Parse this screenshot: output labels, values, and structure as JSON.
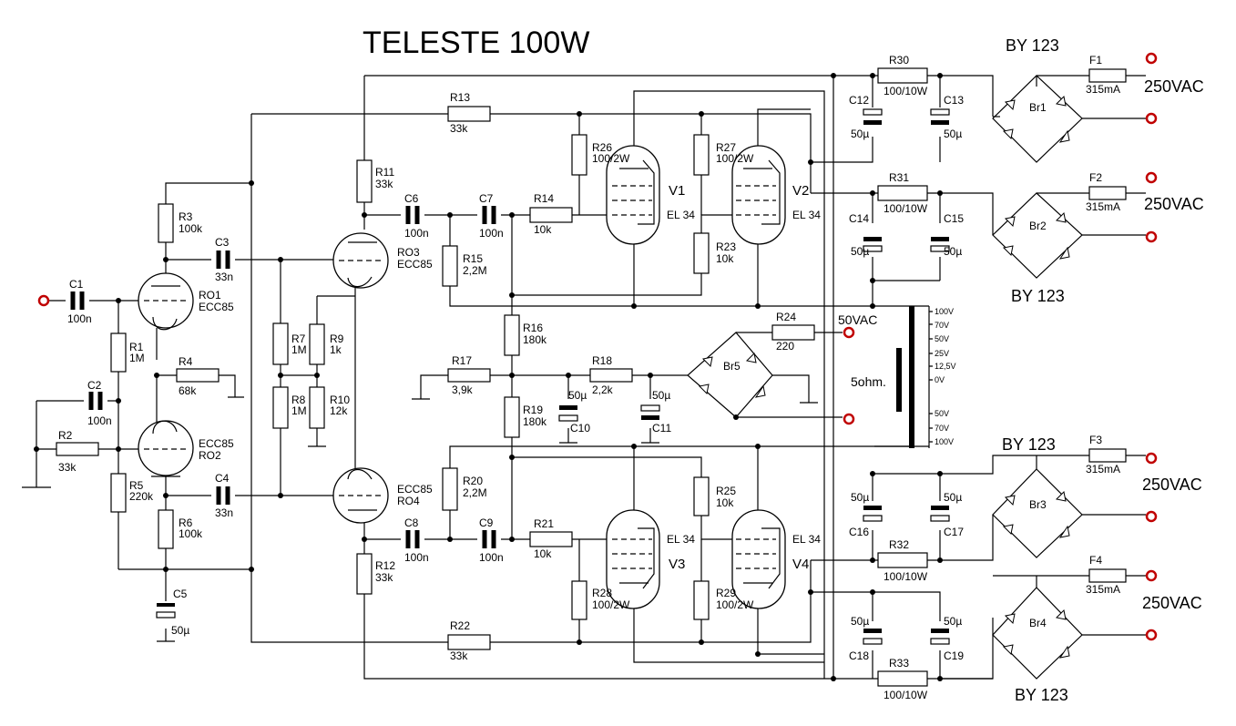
{
  "title": "TELESTE 100W",
  "components": {
    "R1": {
      "name": "R1",
      "value": "1M"
    },
    "R2": {
      "name": "R2",
      "value": "33k"
    },
    "R3": {
      "name": "R3",
      "value": "100k"
    },
    "R4": {
      "name": "R4",
      "value": "68k"
    },
    "R5": {
      "name": "R5",
      "value": "220k"
    },
    "R6": {
      "name": "R6",
      "value": "100k"
    },
    "R7": {
      "name": "R7",
      "value": "1M"
    },
    "R8": {
      "name": "R8",
      "value": "1M"
    },
    "R9": {
      "name": "R9",
      "value": "1k"
    },
    "R10": {
      "name": "R10",
      "value": "12k"
    },
    "R11": {
      "name": "R11",
      "value": "33k"
    },
    "R12": {
      "name": "R12",
      "value": "33k"
    },
    "R13": {
      "name": "R13",
      "value": "33k"
    },
    "R14": {
      "name": "R14",
      "value": "10k"
    },
    "R15": {
      "name": "R15",
      "value": "2,2M"
    },
    "R16": {
      "name": "R16",
      "value": "180k"
    },
    "R17": {
      "name": "R17",
      "value": "3,9k"
    },
    "R18": {
      "name": "R18",
      "value": "2,2k"
    },
    "R19": {
      "name": "R19",
      "value": "180k"
    },
    "R20": {
      "name": "R20",
      "value": "2,2M"
    },
    "R21": {
      "name": "R21",
      "value": "10k"
    },
    "R22": {
      "name": "R22",
      "value": "33k"
    },
    "R23": {
      "name": "R23",
      "value": "10k"
    },
    "R24": {
      "name": "R24",
      "value": "220"
    },
    "R25": {
      "name": "R25",
      "value": "10k"
    },
    "R26": {
      "name": "R26",
      "value": "100/2W"
    },
    "R27": {
      "name": "R27",
      "value": "100/2W"
    },
    "R28": {
      "name": "R28",
      "value": "100/2W"
    },
    "R29": {
      "name": "R29",
      "value": "100/2W"
    },
    "R30": {
      "name": "R30",
      "value": "100/10W"
    },
    "R31": {
      "name": "R31",
      "value": "100/10W"
    },
    "R32": {
      "name": "R32",
      "value": "100/10W"
    },
    "R33": {
      "name": "R33",
      "value": "100/10W"
    },
    "C1": {
      "name": "C1",
      "value": "100n"
    },
    "C2": {
      "name": "C2",
      "value": "100n"
    },
    "C3": {
      "name": "C3",
      "value": "33n"
    },
    "C4": {
      "name": "C4",
      "value": "33n"
    },
    "C5": {
      "name": "C5",
      "value": "50µ"
    },
    "C6": {
      "name": "C6",
      "value": "100n"
    },
    "C7": {
      "name": "C7",
      "value": "100n"
    },
    "C8": {
      "name": "C8",
      "value": "100n"
    },
    "C9": {
      "name": "C9",
      "value": "100n"
    },
    "C10": {
      "name": "C10",
      "value": "50µ"
    },
    "C11": {
      "name": "C11",
      "value": "50µ"
    },
    "C12": {
      "name": "C12",
      "value": "50µ"
    },
    "C13": {
      "name": "C13",
      "value": "50µ"
    },
    "C14": {
      "name": "C14",
      "value": "50µ"
    },
    "C15": {
      "name": "C15",
      "value": "50µ"
    },
    "C16": {
      "name": "C16",
      "value": "50µ"
    },
    "C17": {
      "name": "C17",
      "value": "50µ"
    },
    "C18": {
      "name": "C18",
      "value": "50µ"
    },
    "C19": {
      "name": "C19",
      "value": "50µ"
    },
    "F1": {
      "name": "F1",
      "value": "315mA"
    },
    "F2": {
      "name": "F2",
      "value": "315mA"
    },
    "F3": {
      "name": "F3",
      "value": "315mA"
    },
    "F4": {
      "name": "F4",
      "value": "315mA"
    }
  },
  "tubes": {
    "RO1": {
      "name": "RO1",
      "type": "ECC85"
    },
    "RO2": {
      "name": "RO2",
      "type": "ECC85"
    },
    "RO3": {
      "name": "RO3",
      "type": "ECC85"
    },
    "RO4": {
      "name": "RO4",
      "type": "ECC85"
    },
    "V1": {
      "name": "V1",
      "type": "EL 34"
    },
    "V2": {
      "name": "V2",
      "type": "EL 34"
    },
    "V3": {
      "name": "V3",
      "type": "EL 34"
    },
    "V4": {
      "name": "V4",
      "type": "EL 34"
    }
  },
  "bridges": {
    "Br1": "Br1",
    "Br2": "Br2",
    "Br3": "Br3",
    "Br4": "Br4",
    "Br5": "Br5"
  },
  "rectifier_type": "BY 123",
  "mains_label": "250VAC",
  "bias_label": "50VAC",
  "output_label": "5ohm.",
  "transformer_taps": [
    "100V",
    "70V",
    "50V",
    "25V",
    "12,5V",
    "0V",
    "50V",
    "70V",
    "100V"
  ]
}
